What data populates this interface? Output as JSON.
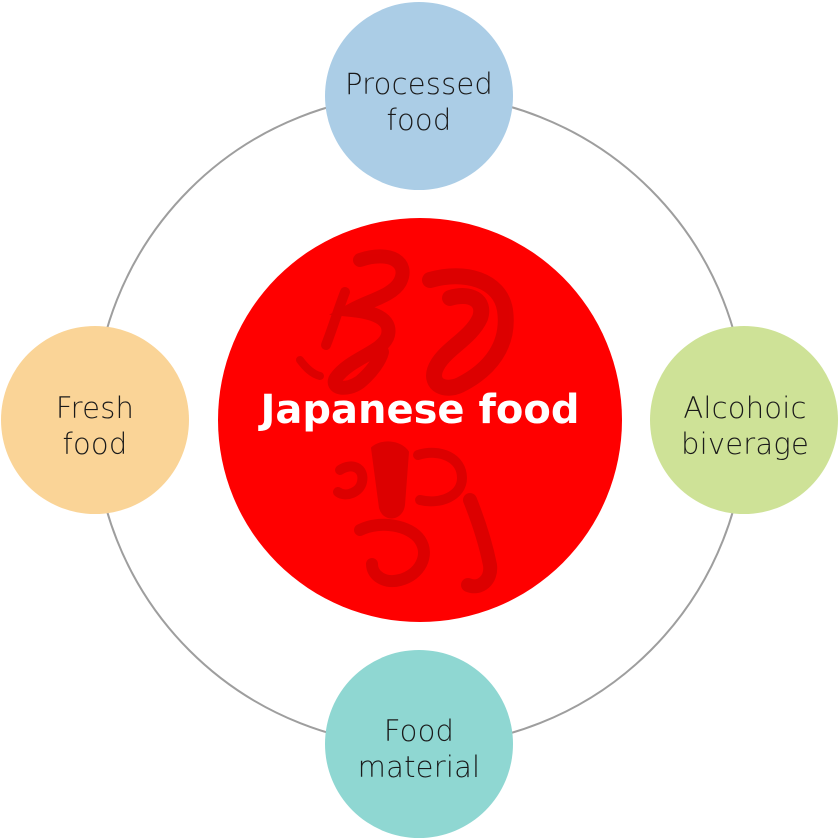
{
  "diagram": {
    "center": {
      "label": "Japanese food",
      "color": "#ff0000",
      "watermark_color": "#d90000"
    },
    "ring_color": "#9e9e9e",
    "nodes": [
      {
        "id": "processed",
        "line1": "Processed",
        "line2": "food",
        "color": "#abcde6"
      },
      {
        "id": "fresh",
        "line1": "Fresh",
        "line2": "food",
        "color": "#fad497"
      },
      {
        "id": "alcohol",
        "line1": "Alcohoic",
        "line2": "biverage",
        "color": "#cee297"
      },
      {
        "id": "material",
        "line1": "Food",
        "line2": "material",
        "color": "#8fd7d2"
      }
    ]
  }
}
